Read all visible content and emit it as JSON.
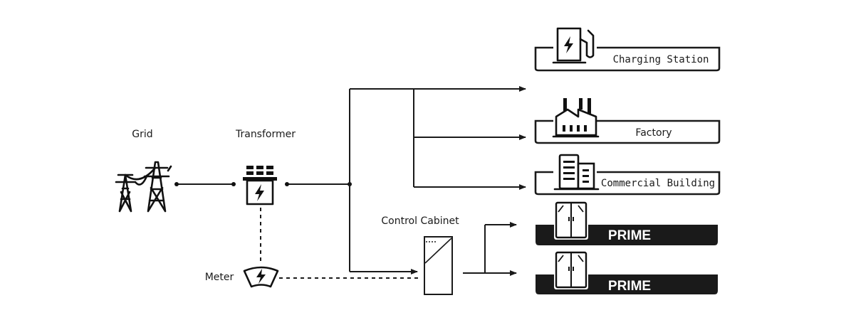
{
  "nodes": {
    "grid": {
      "label": "Grid",
      "icon": "power-tower-icon"
    },
    "transformer": {
      "label": "Transformer",
      "icon": "transformer-icon"
    },
    "meter": {
      "label": "Meter",
      "icon": "meter-icon"
    },
    "control_cabinet": {
      "label": "Control Cabinet",
      "icon": "cabinet-icon"
    }
  },
  "loads": [
    {
      "label": "Charging Station",
      "icon": "charging-station-icon"
    },
    {
      "label": "Factory",
      "icon": "factory-icon"
    },
    {
      "label": "Commercial Building",
      "icon": "building-icon"
    }
  ],
  "storage_units": [
    {
      "label": "PRIME",
      "icon": "battery-cabinet-icon"
    },
    {
      "label": "PRIME",
      "icon": "battery-cabinet-icon"
    }
  ],
  "colors": {
    "line": "#1a1a1a",
    "banner": "#1a1a1a",
    "background": "#ffffff"
  }
}
